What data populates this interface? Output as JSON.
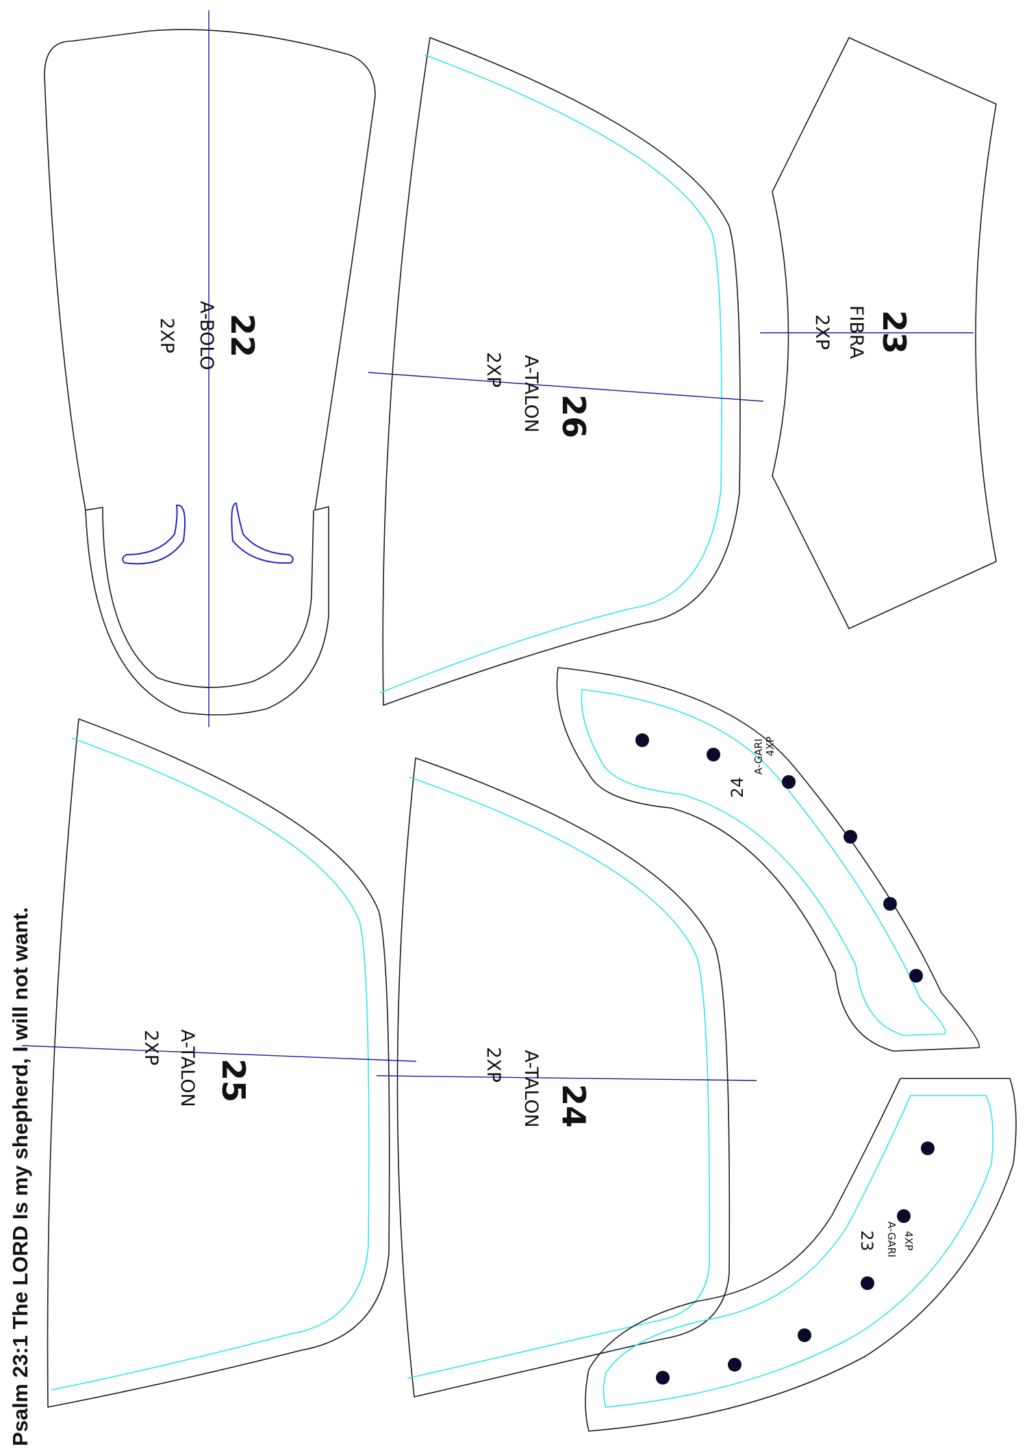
{
  "footer": {
    "verse": "Psalm 23:1 The LORD Is my shepherd, I will not want."
  },
  "pieces": [
    {
      "id": "p22",
      "number": "22",
      "name": "A-BOLO",
      "qty": "2XP"
    },
    {
      "id": "p26",
      "number": "26",
      "name": "A-TALON",
      "qty": "2XP"
    },
    {
      "id": "p23f",
      "number": "23",
      "name": "FIBRA",
      "qty": "2XP"
    },
    {
      "id": "p25",
      "number": "25",
      "name": "A-TALON",
      "qty": "2XP"
    },
    {
      "id": "p24",
      "number": "24",
      "name": "A-TALON",
      "qty": "2XP"
    },
    {
      "id": "p24g",
      "number": "24",
      "name": "A-GARI",
      "qty": "4XP"
    },
    {
      "id": "p23g",
      "number": "23",
      "name": "A-GARI",
      "qty": "4XP"
    }
  ],
  "colors": {
    "outline": "#1a1a1a",
    "seam_allowance": "#2ee6e6",
    "grain_line": "#1a1aa0",
    "holes": "#0a0a2a"
  }
}
